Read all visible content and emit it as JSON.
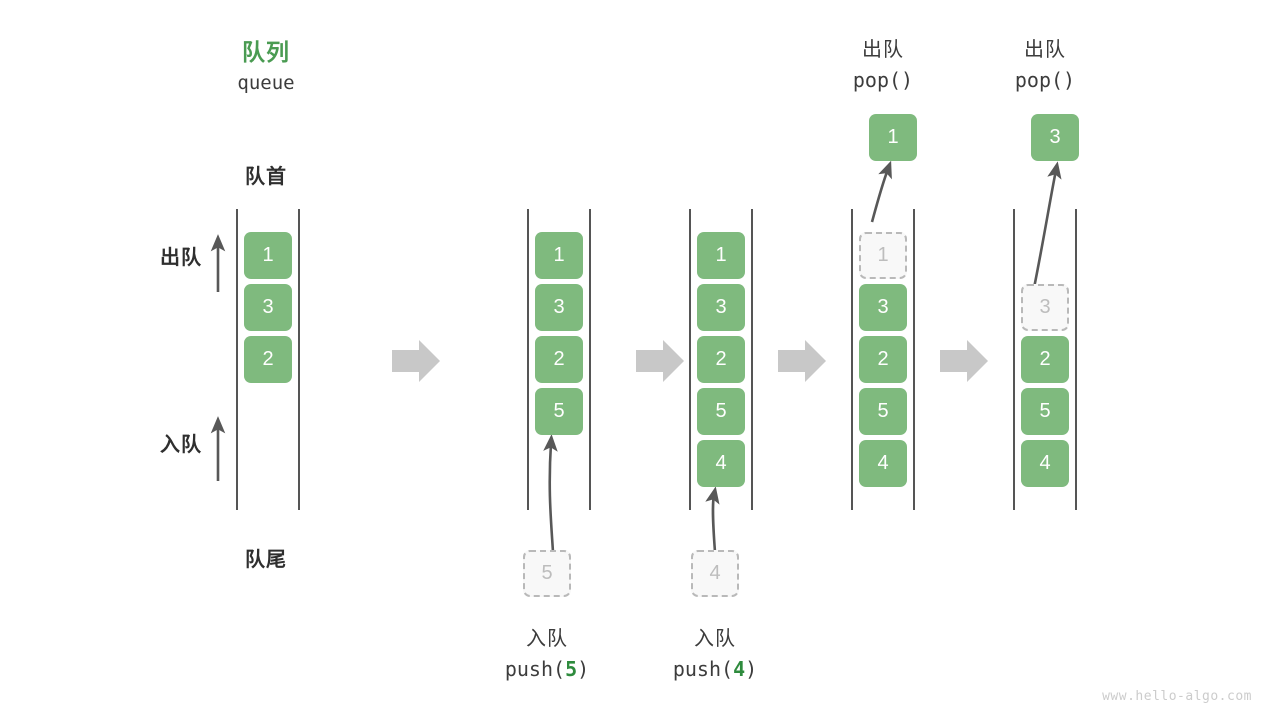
{
  "meta": {
    "watermark": "www.hello-algo.com",
    "colors": {
      "element_fill": "#7fba7e",
      "element_text": "#ffffff",
      "ghost_fill": "#f8f8f8",
      "ghost_border": "#b9b9b9",
      "ghost_text": "#bdbdbd",
      "title_green": "#4a9b52",
      "accent_green": "#2e8b3d",
      "rail": "#555555",
      "step_arrow": "#c8c8c8",
      "motion_arrow": "#585858",
      "text": "#3c3c3c"
    }
  },
  "header": {
    "title_cn": "队列",
    "title_en": "queue",
    "front_label": "队首",
    "rear_label": "队尾"
  },
  "side_labels": [
    {
      "text": "出队",
      "icon": "arrow-up-icon"
    },
    {
      "text": "入队",
      "icon": "arrow-up-icon"
    }
  ],
  "stages": [
    {
      "id": "initial",
      "cells": [
        "1",
        "3",
        "2"
      ],
      "ghost_index": -1,
      "top_offset_slots": 0
    },
    {
      "id": "after-push-5",
      "cells": [
        "1",
        "3",
        "2",
        "5"
      ],
      "ghost_index": -1,
      "top_offset_slots": 0
    },
    {
      "id": "after-push-4",
      "cells": [
        "1",
        "3",
        "2",
        "5",
        "4"
      ],
      "ghost_index": -1,
      "top_offset_slots": 0
    },
    {
      "id": "popping-1",
      "cells": [
        "1",
        "3",
        "2",
        "5",
        "4"
      ],
      "ghost_index": 0,
      "top_offset_slots": 0
    },
    {
      "id": "popping-3",
      "cells": [
        "3",
        "2",
        "5",
        "4"
      ],
      "ghost_index": 0,
      "top_offset_slots": 1
    }
  ],
  "push_ops": [
    {
      "ghost_value": "5",
      "line1": "入队",
      "fn": "push(",
      "value": "5",
      "fn_end": ")"
    },
    {
      "ghost_value": "4",
      "line1": "入队",
      "fn": "push(",
      "value": "4",
      "fn_end": ")"
    }
  ],
  "pop_ops": [
    {
      "line1": "出队",
      "fn": "pop()",
      "value": "1"
    },
    {
      "line1": "出队",
      "fn": "pop()",
      "value": "3"
    }
  ],
  "step_arrows": 4
}
